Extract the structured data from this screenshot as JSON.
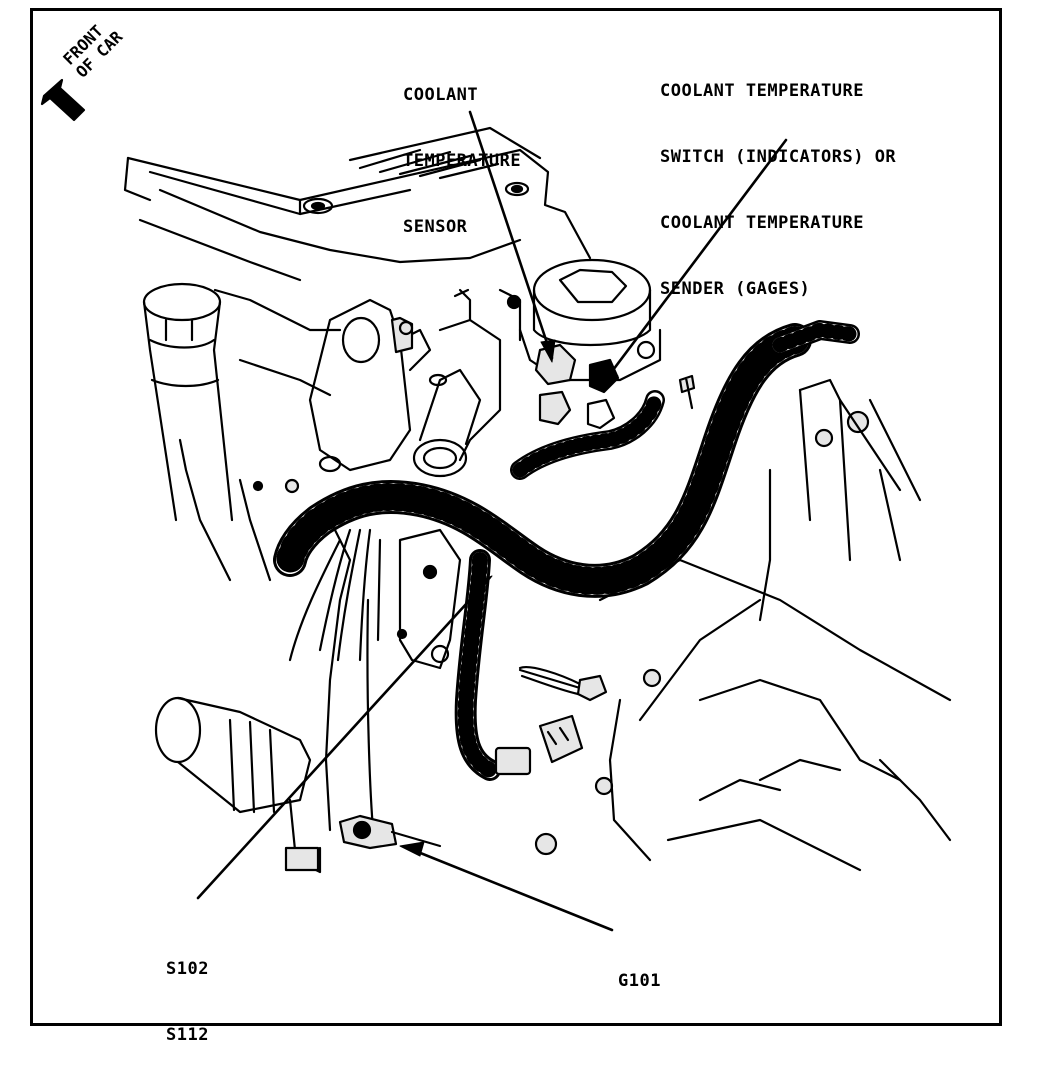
{
  "orientation": {
    "line1": "FRONT",
    "line2": "OF CAR"
  },
  "callouts": {
    "coolant_temperature_sensor": [
      "COOLANT",
      "TEMPERATURE",
      "SENSOR"
    ],
    "coolant_temperature_switch": [
      "COOLANT TEMPERATURE",
      "SWITCH (INDICATORS) OR",
      "COOLANT TEMPERATURE",
      "SENDER (GAGES)"
    ],
    "splices": [
      "S102",
      "S112"
    ],
    "ground": "G101"
  },
  "colors": {
    "ink": "#000000",
    "paper": "#ffffff",
    "shade": "#e6e6e6"
  }
}
